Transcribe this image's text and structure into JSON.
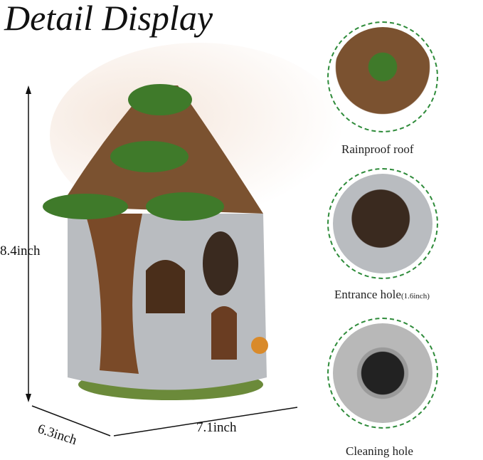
{
  "title": "Detail Display",
  "dimensions": {
    "height": "8.4inch",
    "depth": "6.3inch",
    "width": "7.1inch"
  },
  "details": [
    {
      "label": "Rainproof roof"
    },
    {
      "label": "Entrance hole",
      "note": "(1.6inch)"
    },
    {
      "label": "Cleaning hole"
    }
  ]
}
